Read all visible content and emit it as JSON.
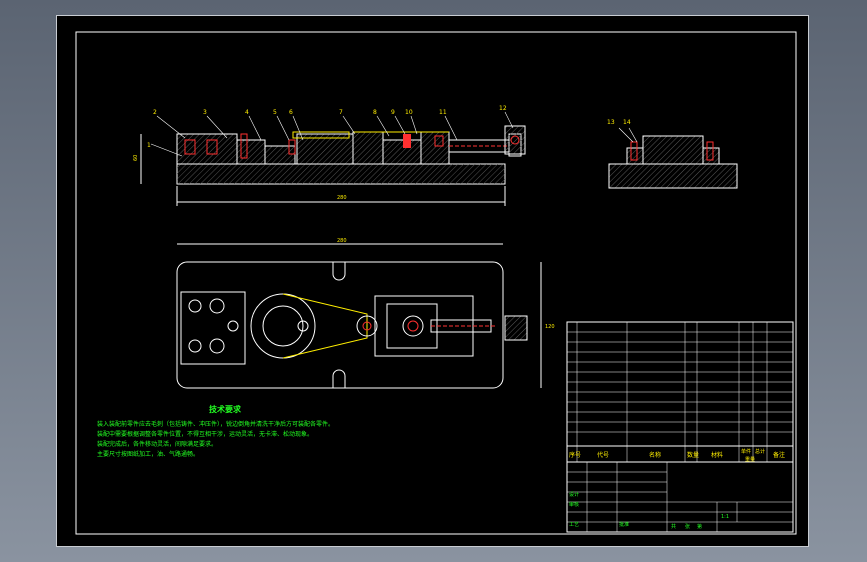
{
  "part_numbers": [
    "1",
    "2",
    "3",
    "4",
    "5",
    "6",
    "7",
    "8",
    "9",
    "10",
    "11",
    "12"
  ],
  "side_view_part_numbers": [
    "13",
    "14"
  ],
  "technical_requirements": {
    "title": "技术要求",
    "lines": [
      "装入装配前零件应去毛刺（包括铸件、冲压件），锐边倒角并清洗干净后方可装配各零件。",
      "装配中需要根据调整各零件位置，不得互相干涉，运动灵活，无卡滞、松动现象。",
      "装配完成后，各件移动灵活，间隙满足要求。",
      "主要尺寸按图纸加工，油、气路通畅。"
    ]
  },
  "bom_headers": {
    "seq": "序号",
    "code": "代号",
    "name": "名称",
    "qty": "数量",
    "material": "材料",
    "remark": "备注",
    "unit_weight": "单件",
    "total_weight": "总计",
    "weight": "重量"
  },
  "title_block": {
    "designer": "设计",
    "checker": "审核",
    "process": "工艺",
    "approve": "批准",
    "scale": "1:1",
    "sheet_a": "共",
    "sheet_b": "张",
    "sheet_c": "第"
  }
}
